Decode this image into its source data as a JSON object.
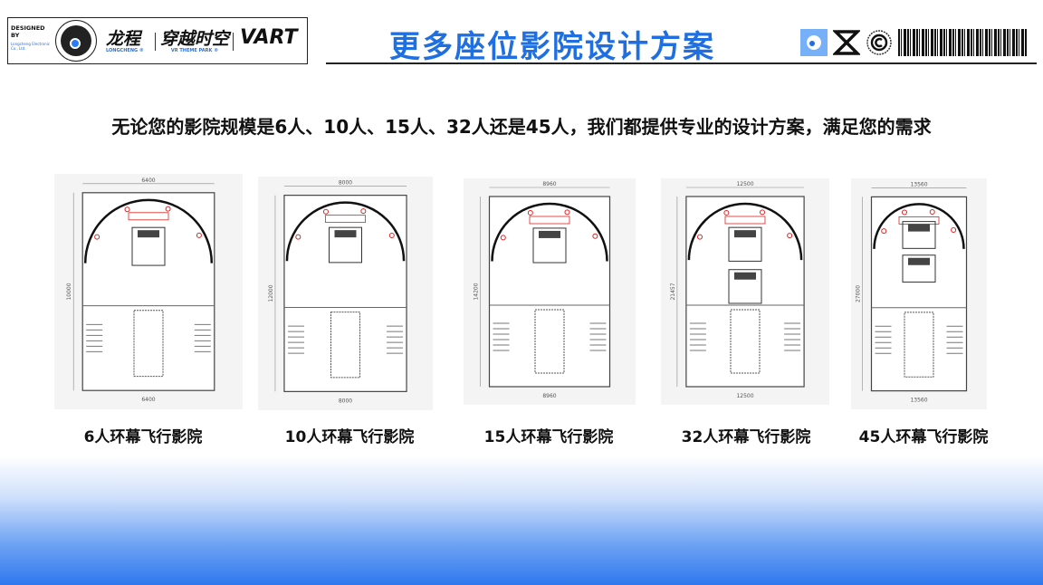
{
  "header": {
    "designed_by": "DESIGNED BY",
    "company_small": "Longcheng Electronic Co., Ltd.",
    "brand1": "龙程",
    "brand1_sub": "LONGCHENG ®",
    "brand2": "穿越时空",
    "brand2_sub": "VR THEME PARK ®",
    "brand3": "VART",
    "title": "更多座位影院设计方案"
  },
  "icons": [
    "mascot-icon",
    "xx-mark-icon",
    "copyright-icon",
    "barcode-icon"
  ],
  "subtitle": "无论您的影院规模是6人、10人、15人、32人还是45人，我们都提供专业的设计方案，满足您的需求",
  "plans": [
    {
      "label": "6人环幕飞行影院",
      "width_dim": "6400",
      "height_dim": "10000",
      "seats": 1
    },
    {
      "label": "10人环幕飞行影院",
      "width_dim": "8000",
      "height_dim": "12000",
      "seats": 1
    },
    {
      "label": "15人环幕飞行影院",
      "width_dim": "8960",
      "height_dim": "14200",
      "seats": 1
    },
    {
      "label": "32人环幕飞行影院",
      "width_dim": "12500",
      "height_dim": "21457",
      "seats": 2
    },
    {
      "label": "45人环幕飞行影院",
      "width_dim": "13560",
      "height_dim": "27000",
      "seats": 2
    }
  ],
  "colors": {
    "accent": "#1f6fe3",
    "annotation": "#e02020"
  }
}
